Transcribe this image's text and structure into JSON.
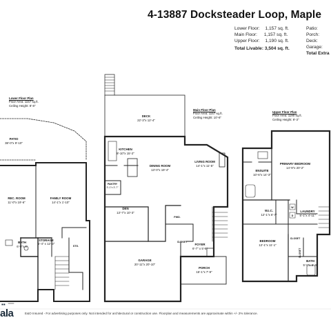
{
  "header": {
    "title": "4-13887 Docksteader Loop, Maple",
    "area_left": [
      {
        "label": "Lower Floor:",
        "value": "1,157 sq. ft."
      },
      {
        "label": "Main Floor:",
        "value": "1,157 sq. ft."
      },
      {
        "label": "Upper Floor:",
        "value": "1,190 sq. ft."
      },
      {
        "label": "Total Livable:",
        "value": "3,504 sq. ft."
      }
    ],
    "area_right": [
      "Patio:",
      "Porch:",
      "Deck:",
      "Garage:",
      "Total Extra"
    ]
  },
  "floors": {
    "lower": {
      "title": "Lower Floor Plan",
      "area": "Floor Area: 1157 sq.ft.",
      "ceiling": "Ceiling Height: 8'-8\""
    },
    "main": {
      "title": "Main Floor Plan",
      "area": "Floor Area: 1157 sq.ft.",
      "ceiling": "Ceiling Height: 10'-6\""
    },
    "upper": {
      "title": "Upper Floor Plan",
      "area": "Floor Area: 1190 sq.ft.",
      "ceiling": "Ceiling Height: 9'-3\""
    }
  },
  "rooms": {
    "patio": {
      "name": "PATIO",
      "dim": "38'-0\"x 9'-10\""
    },
    "rec_room": {
      "name": "REC. ROOM",
      "dim": "11'-0\"x 19'-6\""
    },
    "family_room": {
      "name": "FAMILY ROOM",
      "dim": "14'-1\"x 1'-10\""
    },
    "bath_lower": {
      "name": "BATH",
      "dim": "6'-0\"x 8'"
    },
    "storage": {
      "name": "STORAGE",
      "dim": "5'-4\" x 12'-3\""
    },
    "stg": {
      "name": "STG."
    },
    "deck": {
      "name": "DECK",
      "dim": "22'-3\"x 12'-4\""
    },
    "kitchen": {
      "name": "KITCHEN",
      "dim": "8'-10\"x 15'-2\""
    },
    "pantry": {
      "name": "PANTRY",
      "dim": "3'-1\"x 3'-7\""
    },
    "dining": {
      "name": "DINING ROOM",
      "dim": "13'-0\"x 19'-4\""
    },
    "living": {
      "name": "LIVING ROOM",
      "dim": "14'-1\"x 11'-5\""
    },
    "den": {
      "name": "DEN",
      "dim": "13'-7\"x 10'-3\""
    },
    "pwd": {
      "name": "PWD."
    },
    "closet": {
      "name": "CLOSET"
    },
    "foyer": {
      "name": "FOYER",
      "dim": "6'-7\" x 5'-8\""
    },
    "garage": {
      "name": "GARAGE",
      "dim": "20'-11\"x 20'-10\""
    },
    "porch": {
      "name": "PORCH",
      "dim": "15'-1\"x 7'-9\""
    },
    "ensuite": {
      "name": "ENSUITE",
      "dim": "10'-6\"x 14'-3\""
    },
    "primary": {
      "name": "PRIMARY BEDROOM",
      "dim": "14'-9\"x 20'-2\""
    },
    "wic": {
      "name": "W.I.C.",
      "dim": "12'-1\"x 6'-7\""
    },
    "laundry": {
      "name": "LAUNDRY",
      "dim": "5'-1\"x 4'-11\""
    },
    "bedroom": {
      "name": "BEDROOM",
      "dim": "12'-1\"x 11'-1\""
    },
    "bath_upper": {
      "name": "BATH",
      "dim": "5'-0\"x 9'-9\""
    },
    "closet_u1": {
      "name": "CLOSET"
    },
    "closet_u2": {
      "name": "CLOSET"
    },
    "wd_w": {
      "name": "W"
    },
    "wd_d": {
      "name": "D"
    }
  },
  "footer": {
    "brand": "ala",
    "disclaimer": "E&O Insured - For advertising purposes only. Not intended for architectural or construction use. Floorplan and measurements are approximate within +/- 2% tolerance."
  }
}
